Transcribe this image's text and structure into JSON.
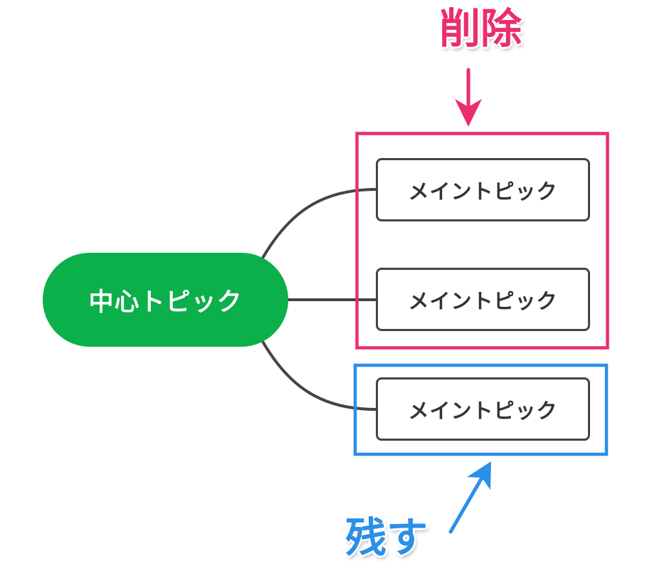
{
  "central_topic": {
    "label": "中心トピック",
    "color": "#0bb04a"
  },
  "main_topics": [
    {
      "label": "メイントピック"
    },
    {
      "label": "メイントピック"
    },
    {
      "label": "メイントピック"
    }
  ],
  "annotations": {
    "delete": {
      "label": "削除",
      "color": "#ec2d6c",
      "icon": "down-arrow-icon"
    },
    "keep": {
      "label": "残す",
      "color": "#2b8fe8",
      "icon": "up-right-arrow-icon"
    }
  },
  "colors": {
    "connector": "#444444",
    "node_border": "#444444",
    "node_text": "#333333"
  }
}
